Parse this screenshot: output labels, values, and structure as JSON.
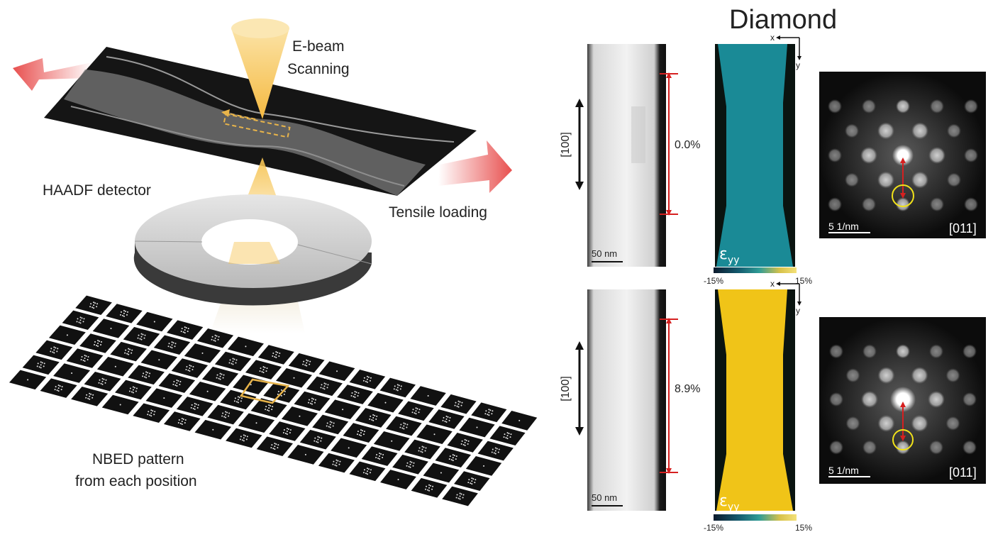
{
  "title": "Diamond",
  "labels": {
    "ebeam_line1": "E-beam",
    "ebeam_line2": "Scanning",
    "haadf": "HAADF detector",
    "tensile": "Tensile loading",
    "nbed_line1": "NBED pattern",
    "nbed_line2": "from each position"
  },
  "panels": [
    {
      "direction": "[100]",
      "strain": "0.0%",
      "scale_bar": "50 nm",
      "map_symbol": "ε",
      "map_subscript": "yy",
      "map_color": "#1a8a96",
      "axis_x": "x",
      "axis_y": "y",
      "colorbar_min": "-15%",
      "colorbar_max": "15%",
      "diffraction_scale": "5 1/nm",
      "zone_axis": "[011]"
    },
    {
      "direction": "[100]",
      "strain": "8.9%",
      "scale_bar": "50 nm",
      "map_symbol": "ε",
      "map_subscript": "yy",
      "map_color": "#f0c418",
      "axis_x": "x",
      "axis_y": "y",
      "colorbar_min": "-15%",
      "colorbar_max": "15%",
      "diffraction_scale": "5 1/nm",
      "zone_axis": "[011]"
    }
  ],
  "colors": {
    "beam": "#f6c453",
    "arrow_red": "#e8504f",
    "highlight": "#e8b44a",
    "measure_red": "#d62020",
    "ring_yellow": "#f1e21a"
  }
}
